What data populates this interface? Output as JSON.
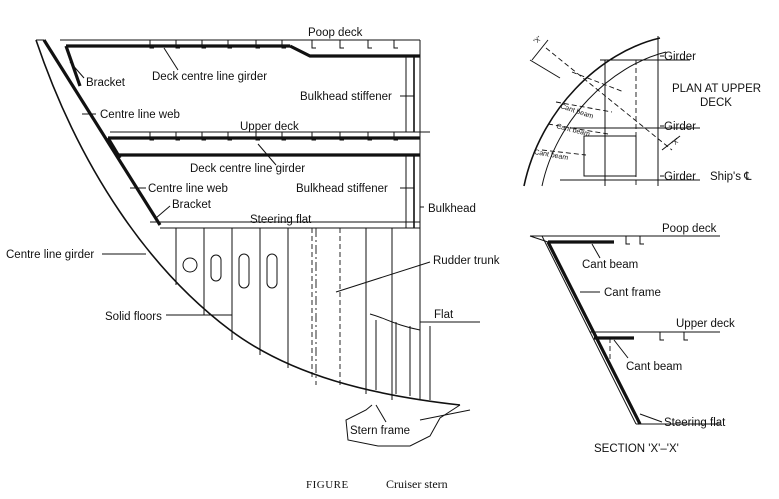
{
  "labels": {
    "poop_deck_main": "Poop deck",
    "bracket_top": "Bracket",
    "deck_cl_girder_top": "Deck centre line girder",
    "bulkhead_stiffener_top": "Bulkhead stiffener",
    "centre_line_web_top": "Centre line web",
    "upper_deck_main": "Upper deck",
    "deck_cl_girder_mid": "Deck centre line girder",
    "bulkhead_stiffener_mid": "Bulkhead stiffener",
    "centre_line_web_mid": "Centre line web",
    "bracket_mid": "Bracket",
    "bulkhead": "Bulkhead",
    "steering_flat_main": "Steering flat",
    "centre_line_girder": "Centre line girder",
    "rudder_trunk": "Rudder trunk",
    "solid_floors": "Solid floors",
    "flat": "Flat",
    "stern_frame": "Stern frame",
    "plan_title_1": "PLAN AT UPPER",
    "plan_title_2": "DECK",
    "girder_1": "Girder",
    "girder_2": "Girder",
    "girder_3": "Girder",
    "ships_cl": "Ship's ℄",
    "cant_beam_1": "Cant beam",
    "cant_beam_2": "Cant beam",
    "cant_beam_3": "Cant beam",
    "x_mark_1": "'X'",
    "x_mark_2": "'X'",
    "poop_deck_section": "Poop deck",
    "cant_beam_section_top": "Cant beam",
    "cant_frame": "Cant frame",
    "upper_deck_section": "Upper deck",
    "cant_beam_section_low": "Cant beam",
    "steering_flat_section": "Steering flat",
    "section_title": "SECTION 'X'–'X'"
  },
  "caption": {
    "figure_word": "FIGURE",
    "title": "Cruiser stern"
  }
}
